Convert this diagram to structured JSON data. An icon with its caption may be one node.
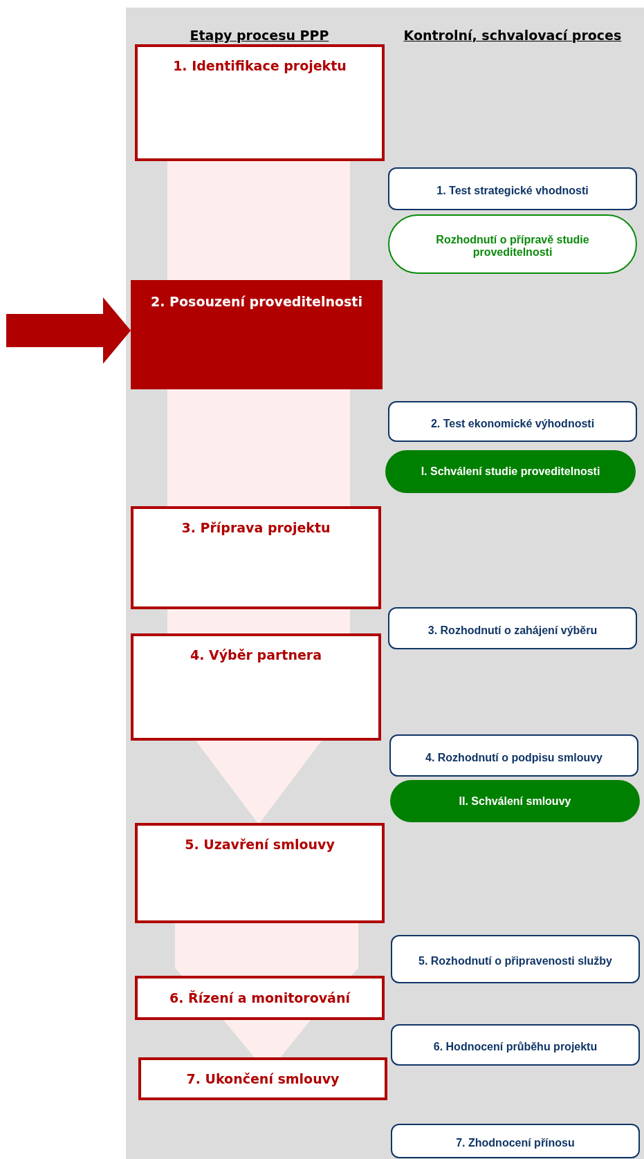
{
  "diagram": {
    "nodes": [
      {
        "text": [
          "1. Identifikace projektu"
        ]
      },
      {
        "text": [
          "1. Test strategické vhodnosti"
        ]
      },
      {
        "text": [
          "Rozhodnutí o přípravě studie proveditelnosti"
        ]
      },
      {
        "text": [
          "2. Posouzení proveditelnosti"
        ]
      },
      {
        "text": [
          "2. Test ekonomické výhodnosti"
        ]
      },
      {
        "text": [
          "I. Schválení studie proveditelnosti"
        ]
      },
      {
        "text": [
          "3. Příprava projektu"
        ]
      },
      {
        "text": [
          "3. Rozhodnutí o zahájení výběru"
        ]
      },
      {
        "text": [
          "4. Výběr partnera"
        ]
      },
      {
        "text": [
          "4. Rozhodnutí o podpisu smlouvy"
        ]
      },
      {
        "text": [
          "II. Schválení smlouvy"
        ]
      },
      {
        "text": [
          "5. Uzavření smlouvy"
        ]
      },
      {
        "text": [
          "5. Rozhodnutí o připravenosti služby"
        ]
      },
      {
        "text": [
          "6. Řízení a monitorování"
        ]
      },
      {
        "text": [
          "6. Hodnocení průběhu projektu"
        ]
      },
      {
        "text": [
          "7. Ukončení smlouvy"
        ]
      },
      {
        "text": [
          "7. Zhodnocení přínosu"
        ]
      }
    ],
    "edges": [
      {
        "from": null,
        "to": 3,
        "arrow": "to"
      }
    ],
    "labels": [
      "Etapy procesu PPP",
      "Kontrolní, schvalovací proces"
    ]
  }
}
